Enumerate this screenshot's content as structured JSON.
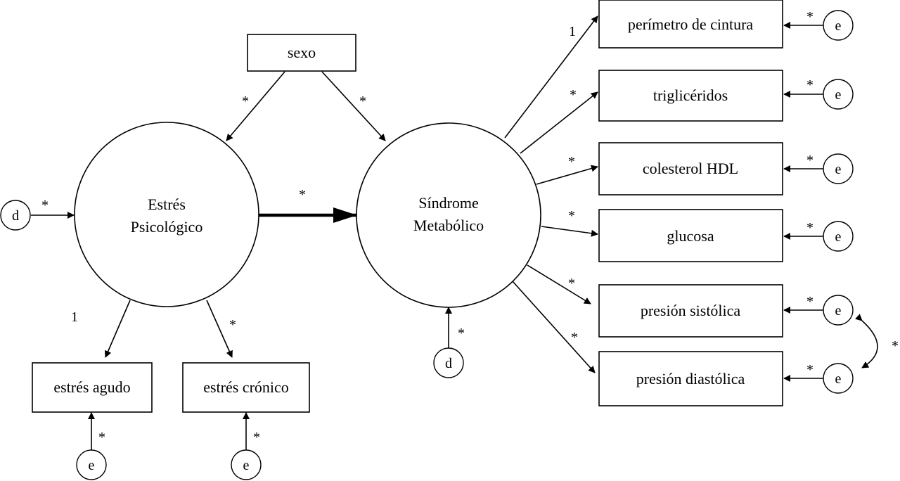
{
  "latents": {
    "estres": {
      "line1": "Estrés",
      "line2": "Psicológico"
    },
    "sindrome": {
      "line1": "Síndrome",
      "line2": "Metabólico"
    }
  },
  "observed": {
    "sexo": "sexo",
    "estres_agudo": "estrés agudo",
    "estres_cronico": "estrés crónico",
    "perimetro": "perímetro de cintura",
    "trigliceridos": "triglicéridos",
    "colesterol": "colesterol HDL",
    "glucosa": "glucosa",
    "sistolica": "presión sistólica",
    "diastolica": "presión diastólica"
  },
  "error_labels": {
    "disturbance": "d",
    "error": "e"
  },
  "path_labels": {
    "fixed": "1",
    "free": "*"
  }
}
